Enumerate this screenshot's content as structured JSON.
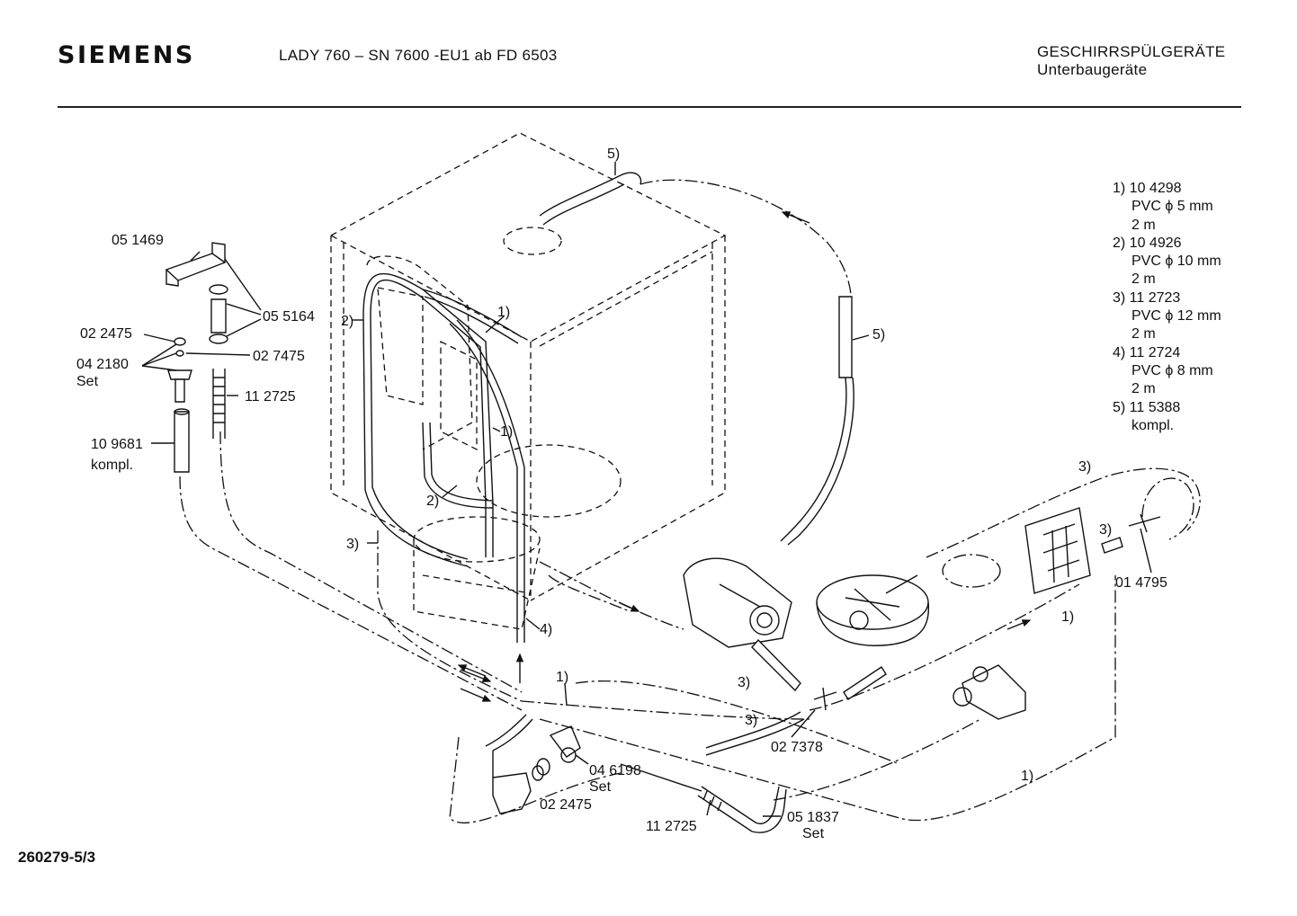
{
  "header": {
    "brand": "SIEMENS",
    "model": "LADY 760  –  SN 7600 -EU1  ab FD 6503",
    "category_line1": "GESCHIRRSPÜLGERÄTE",
    "category_line2": "Unterbaugeräte"
  },
  "legend": [
    {
      "id": "1) 10 4298",
      "lines": [
        "PVC ϕ 5 mm",
        "2 m"
      ]
    },
    {
      "id": "2) 10 4926",
      "lines": [
        "PVC ϕ 10 mm",
        "2 m"
      ]
    },
    {
      "id": "3) 11 2723",
      "lines": [
        "PVC ϕ 12 mm",
        "2 m"
      ]
    },
    {
      "id": "4) 11 2724",
      "lines": [
        "PVC ϕ 8 mm",
        "2 m"
      ]
    },
    {
      "id": "5) 11 5388",
      "lines": [
        "kompl."
      ]
    }
  ],
  "part_labels": {
    "p051469": "05 1469",
    "p055164": "05 5164",
    "p022475a": "02 2475",
    "p027475": "02 7475",
    "p042180": "04 2180",
    "set1": "Set",
    "p112725a": "11 2725",
    "p109681": "10 9681",
    "kompl": "kompl.",
    "p046198": "04 6198",
    "set2": "Set",
    "p022475b": "02 2475",
    "p112725b": "11 2725",
    "p051837": "05 1837",
    "set3": "Set",
    "p027378": "02 7378",
    "p014795": "01 4795"
  },
  "callouts": {
    "c5_top": "5)",
    "c5_right": "5)",
    "c1_a": "1)",
    "c1_b": "1)",
    "c1_c": "1)",
    "c1_d": "1)",
    "c1_e": "1)",
    "c2_a": "2)",
    "c2_b": "2)",
    "c3_a": "3)",
    "c3_b": "3)",
    "c3_c": "3)",
    "c3_d": "3)",
    "c3_e": "3)",
    "c4": "4)"
  },
  "footer": {
    "doc_number": "260279-5/3"
  }
}
